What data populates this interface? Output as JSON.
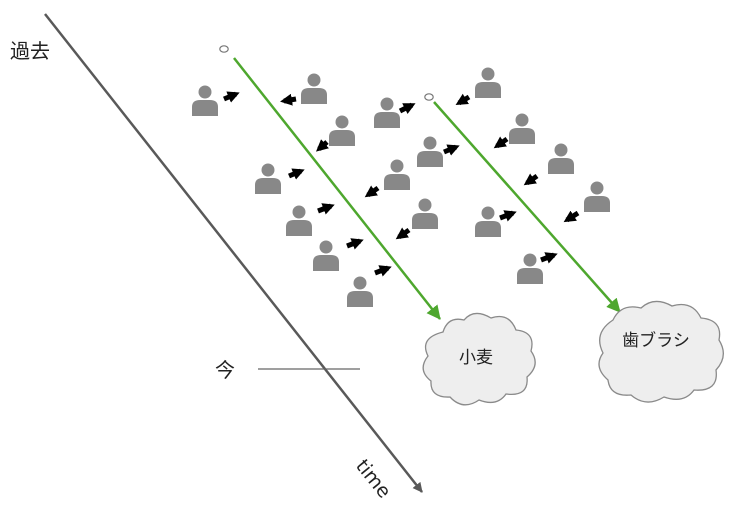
{
  "labels": {
    "past": "過去",
    "now": "今",
    "time": "time",
    "cloud_wheat": "小麦",
    "cloud_toothbrush": "歯ブラシ"
  },
  "colors": {
    "timeline": "#595959",
    "flow": "#4ea72e",
    "person": "#888888",
    "exchange_arrow": "#000000",
    "cloud_fill": "#eeeeee",
    "cloud_stroke": "#8a8a8a"
  },
  "icons": {
    "person": "person-silhouette-icon",
    "exchange": "arrow-icon",
    "origin": "origin-dot-icon"
  }
}
